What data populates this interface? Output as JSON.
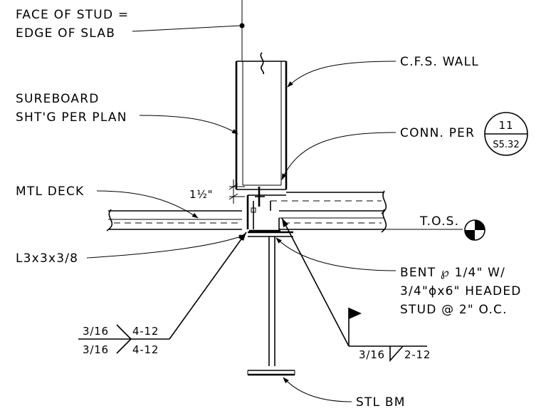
{
  "labels": {
    "face_of_stud_1": "FACE OF STUD =",
    "face_of_stud_2": "EDGE OF SLAB",
    "cfs_wall": "C.F.S. WALL",
    "sureboard_1": "SUREBOARD",
    "sureboard_2": "SHT'G PER PLAN",
    "conn_per": "CONN. PER",
    "mtl_deck": "MTL DECK",
    "dim": "1½\"",
    "tos": "T.O.S.",
    "angle": "L3x3x3/8",
    "bent_1": "BENT ℘ 1/4\" W/",
    "bent_2": "3/4\"ɸx6\" HEADED",
    "bent_3": "STUD @ 2\" O.C.",
    "stl_bm": "STL BM"
  },
  "section_callout": {
    "number": "11",
    "sheet": "S5.32"
  },
  "welds": {
    "left_top_size": "3/16",
    "left_top_len": "4-12",
    "left_bot_size": "3/16",
    "left_bot_len": "4-12",
    "right_size": "3/16",
    "right_len": "2-12"
  }
}
